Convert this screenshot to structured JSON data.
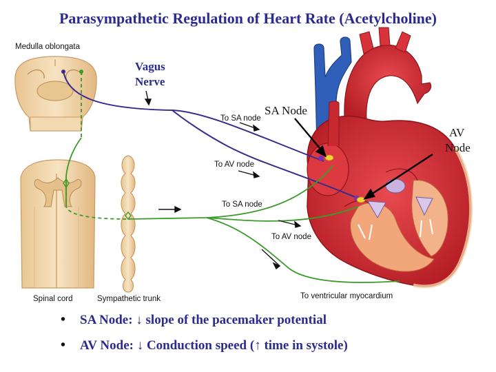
{
  "title": "Parasympathetic Regulation of Heart Rate (Acetylcholine)",
  "labels": {
    "medulla": "Medulla oblongata",
    "vagus_line1": "Vagus",
    "vagus_line2": "Nerve",
    "to_sa_vagal": "To SA node",
    "to_av_vagal": "To AV node",
    "sa_node": "SA Node",
    "av_line1": "AV",
    "av_line2": "Node",
    "to_sa_symp": "To SA node",
    "to_av_symp": "To AV node",
    "to_ventricular": "To ventricular myocardium",
    "spinal_cord": "Spinal cord",
    "sympathetic_trunk": "Sympathetic trunk"
  },
  "bullets": [
    "SA Node: ↓ slope of the pacemaker potential",
    "AV Node: ↓ Conduction speed (↑ time in systole)"
  ],
  "colors": {
    "title": "#2b2b8f",
    "vagus_nerve": "#3a2a8c",
    "sympathetic_nerve": "#3a9a2a",
    "heart": "#d8323a",
    "vein": "#2f5fb8",
    "tissue": "#f1d6ac"
  }
}
